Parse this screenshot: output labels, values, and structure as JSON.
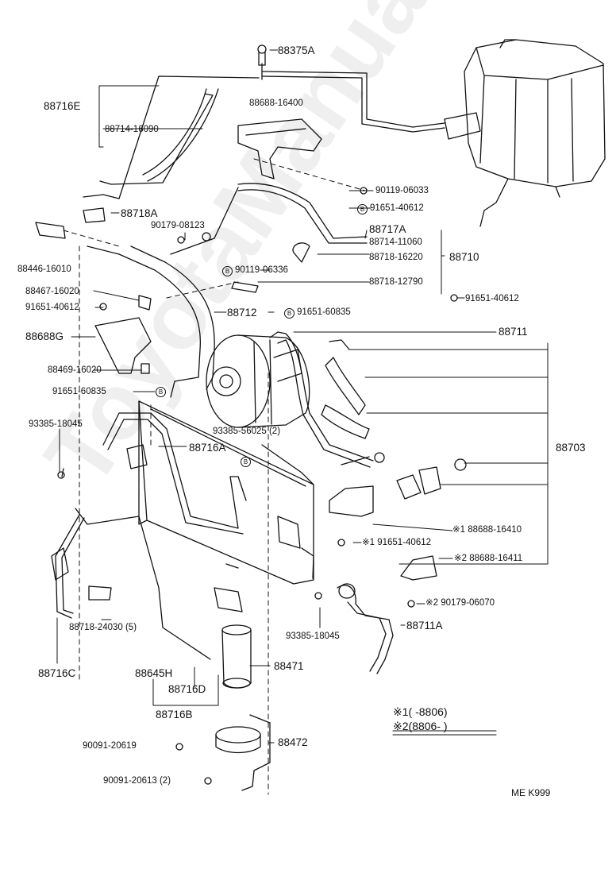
{
  "labels": {
    "p88375A": "88375A",
    "p88716E": "88716E",
    "p88714_16090": "88714-16090",
    "p88688_16400": "88688-16400",
    "p90119_06033": "90119-06033",
    "p91651_40612a": "91651-40612",
    "p88718A": "88718A",
    "p90179_08123": "90179-08123",
    "p88717A": "88717A",
    "p88714_11060": "88714-11060",
    "p88446_16010": "88446-16010",
    "p88718_16220": "88718-16220",
    "p88710": "88710",
    "p90119_06336": "90119-06336",
    "p88718_12790": "88718-12790",
    "p88467_16020": "88467-16020",
    "p91651_40612b": "91651-40612",
    "p91651_40612c": "91651-40612",
    "p88712": "88712",
    "p91651_60835a": "91651-60835",
    "p88688G": "88688G",
    "p88711": "88711",
    "p88469_16020": "88469-16020",
    "p91651_60835b": "91651-60835",
    "p93385_18045a": "93385-18045",
    "p93385_56025": "93385-56025 (2)",
    "p88716A": "88716A",
    "p88703": "88703",
    "p88688_16410": "※1 88688-16410",
    "p91651_40612d": "※1 91651-40612",
    "p88688_16411": "※2 88688-16411",
    "p90179_06070": "※2 90179-06070",
    "p88718_24030": "88718-24030 (5)",
    "p93385_18045b": "93385-18045",
    "p88711A": "88711A",
    "p88716C": "88716C",
    "p88645H": "88645H",
    "p88471": "88471",
    "p88716D": "88716D",
    "p88716B": "88716B",
    "p88472": "88472",
    "p90091_20619": "90091-20619",
    "p90091_20613": "90091-20613 (2)"
  },
  "circle_mark": "B",
  "legend": {
    "line1_mark": "※1",
    "line1_text": "(      -8806)",
    "line2_mark": "※2",
    "line2_text": "(8806-         )"
  },
  "code": "ME  K999",
  "watermark": "ToyotaManual.ru"
}
